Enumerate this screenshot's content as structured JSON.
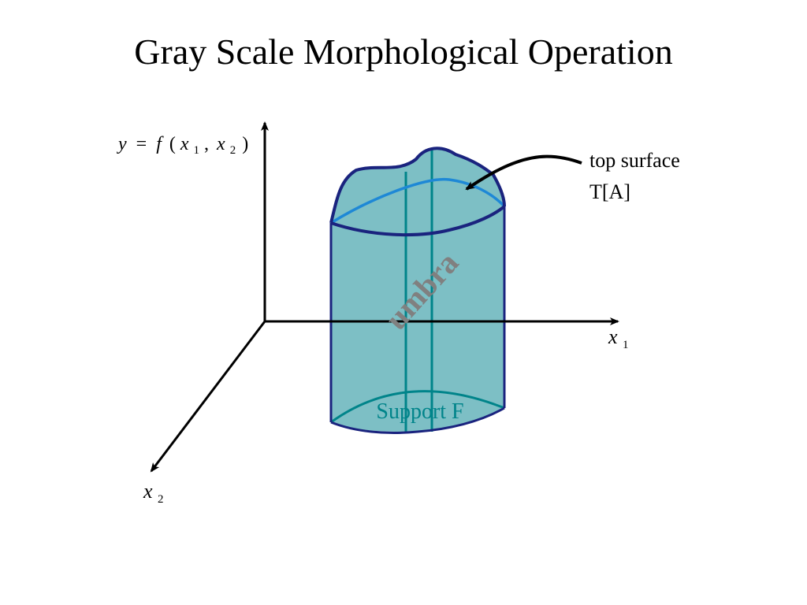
{
  "title": "Gray Scale Morphological Operation",
  "labels": {
    "y_axis": {
      "var": "y",
      "eq": "=",
      "func": "f",
      "open": "(",
      "x1": "x",
      "x1_sub": "1",
      "comma": ",",
      "x2": "x",
      "x2_sub": "2",
      "close": ")"
    },
    "x1_axis": {
      "var": "x",
      "sub": "1"
    },
    "x2_axis": {
      "var": "x",
      "sub": "2"
    },
    "top_surface": {
      "line1": "top surface",
      "line2": "T[A]"
    },
    "umbra": "umbra",
    "support": "Support F"
  },
  "colors": {
    "fill": "#7dbfc5",
    "outline": "#1a237e",
    "grid": "#00848a",
    "top_curve": "#1e88d6",
    "umbra_text": "#808080",
    "support_text": "#00848a",
    "axes": "#000000"
  }
}
